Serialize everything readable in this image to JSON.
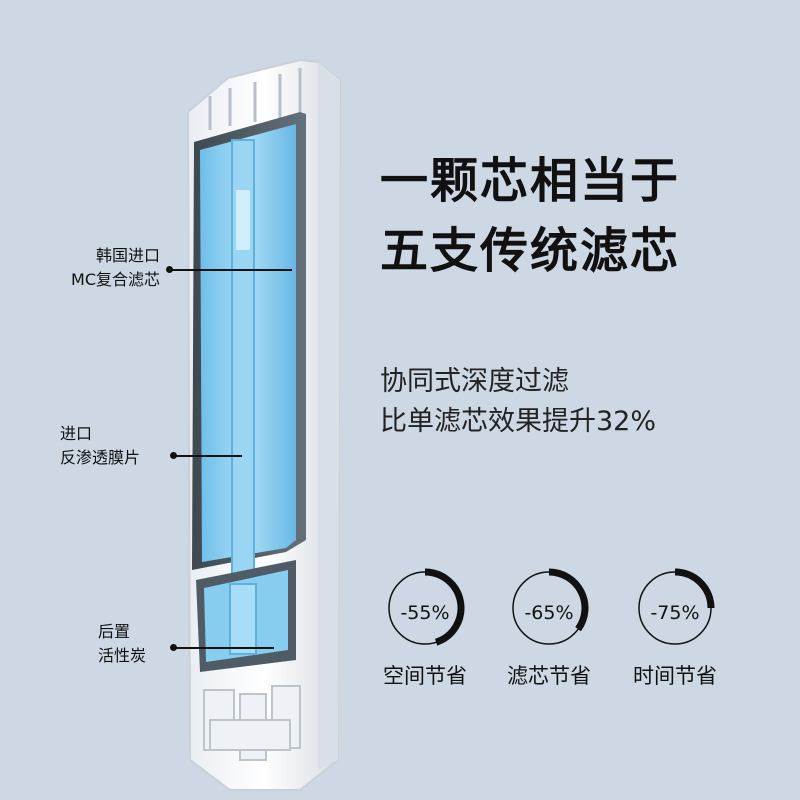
{
  "headline": {
    "line1": "一颗芯相当于",
    "line2": "五支传统滤芯"
  },
  "subtext": {
    "line1": "协同式深度过滤",
    "line2": "比单滤芯效果提升32%"
  },
  "callouts": [
    {
      "line1": "韩国进口",
      "line2": "MC复合滤芯"
    },
    {
      "line1": "进口",
      "line2": "反渗透膜片"
    },
    {
      "line1": "后置",
      "line2": "活性炭"
    }
  ],
  "gauges": [
    {
      "value": "-55%",
      "fraction": 0.55,
      "label": "空间节省"
    },
    {
      "value": "-65%",
      "fraction": 0.65,
      "label": "滤芯节省"
    },
    {
      "value": "-75%",
      "fraction": 0.75,
      "label": "时间节省"
    }
  ],
  "colors": {
    "background": "#cdd8e4",
    "filter_blue": "#7cc8ef",
    "text": "#111111"
  }
}
